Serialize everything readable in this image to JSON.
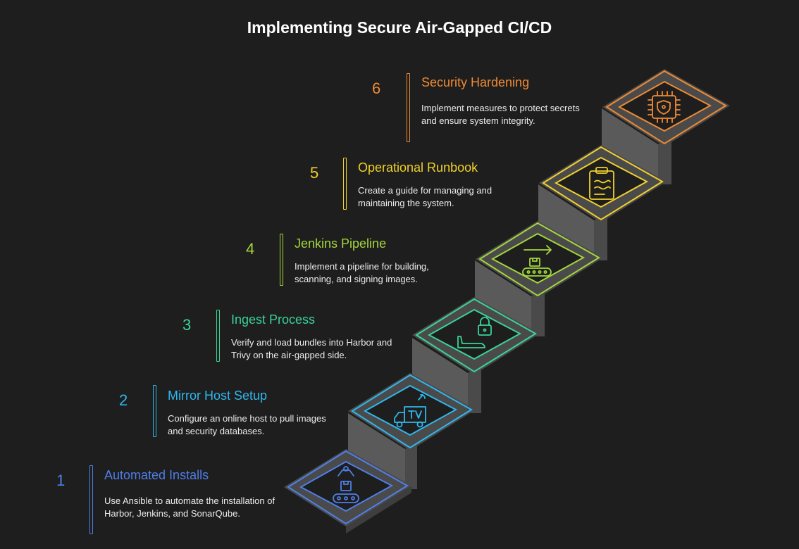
{
  "title": "Implementing Secure Air-Gapped CI/CD",
  "steps": [
    {
      "number": "1",
      "title": "Automated Installs",
      "description": "Use Ansible to automate the installation of Harbor, Jenkins, and SonarQube.",
      "color": "#4f7fe8",
      "icon": "robotic-arm-conveyor-icon"
    },
    {
      "number": "2",
      "title": "Mirror Host Setup",
      "description": "Configure an online host to pull images and security databases.",
      "color": "#2fb7ec",
      "icon": "broadcast-van-icon"
    },
    {
      "number": "3",
      "title": "Ingest Process",
      "description": "Verify and load bundles into Harbor and Trivy on the air-gapped side.",
      "color": "#39d497",
      "icon": "lock-tray-icon"
    },
    {
      "number": "4",
      "title": "Jenkins Pipeline",
      "description": "Implement a pipeline for building, scanning, and signing images.",
      "color": "#a4d63a",
      "icon": "conveyor-arrow-icon"
    },
    {
      "number": "5",
      "title": "Operational Runbook",
      "description": "Create a guide for managing and maintaining the system.",
      "color": "#f0d02a",
      "icon": "clipboard-icon"
    },
    {
      "number": "6",
      "title": "Security Hardening",
      "description": "Implement measures to protect secrets and ensure system integrity.",
      "color": "#ee8a33",
      "icon": "shield-chip-icon"
    }
  ]
}
